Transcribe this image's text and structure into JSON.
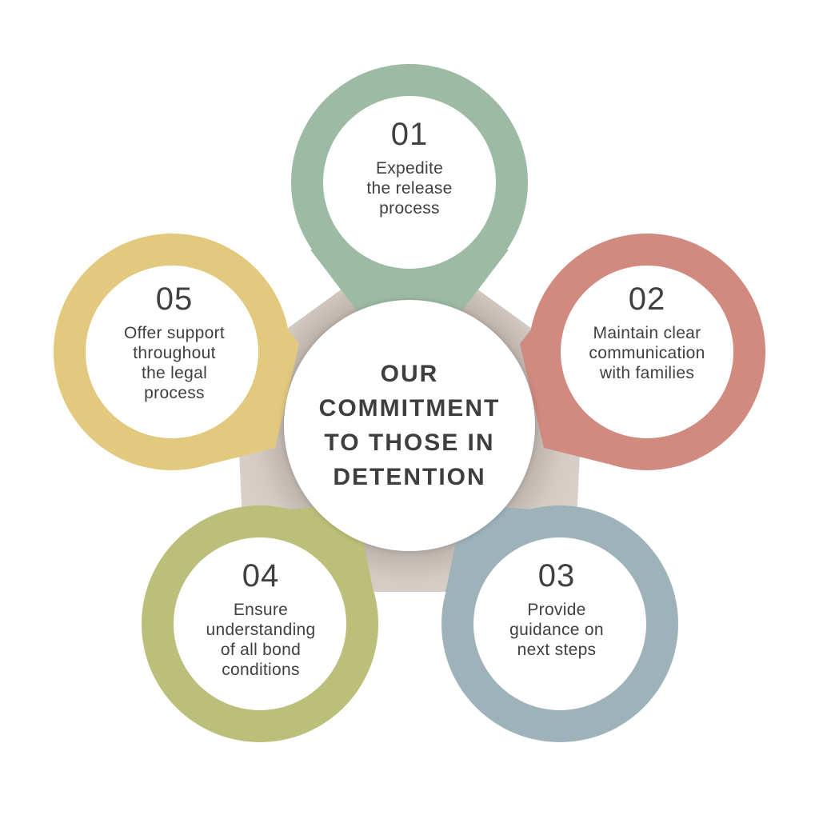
{
  "center": {
    "lines": [
      "OUR",
      "COMMITMENT",
      "TO THOSE IN",
      "DETENTION"
    ]
  },
  "colors": {
    "pentagon": "#ddd5cd",
    "pin_01": "#9dbba4",
    "pin_02": "#d08a7f",
    "pin_03": "#9eb2ba",
    "pin_04": "#bbbf79",
    "pin_05": "#e3c97d",
    "text": "#404040"
  },
  "pins": [
    {
      "number": "01",
      "lines": [
        "Expedite",
        "the release",
        "process"
      ],
      "color": "#9dbba4"
    },
    {
      "number": "02",
      "lines": [
        "Maintain clear",
        "communication",
        "with families"
      ],
      "color": "#d08a7f"
    },
    {
      "number": "03",
      "lines": [
        "Provide",
        "guidance on",
        "next steps"
      ],
      "color": "#9eb2ba"
    },
    {
      "number": "04",
      "lines": [
        "Ensure",
        "understanding",
        "of all bond",
        "conditions"
      ],
      "color": "#bbbf79"
    },
    {
      "number": "05",
      "lines": [
        "Offer support",
        "throughout",
        "the legal",
        "process"
      ],
      "color": "#e3c97d"
    }
  ]
}
